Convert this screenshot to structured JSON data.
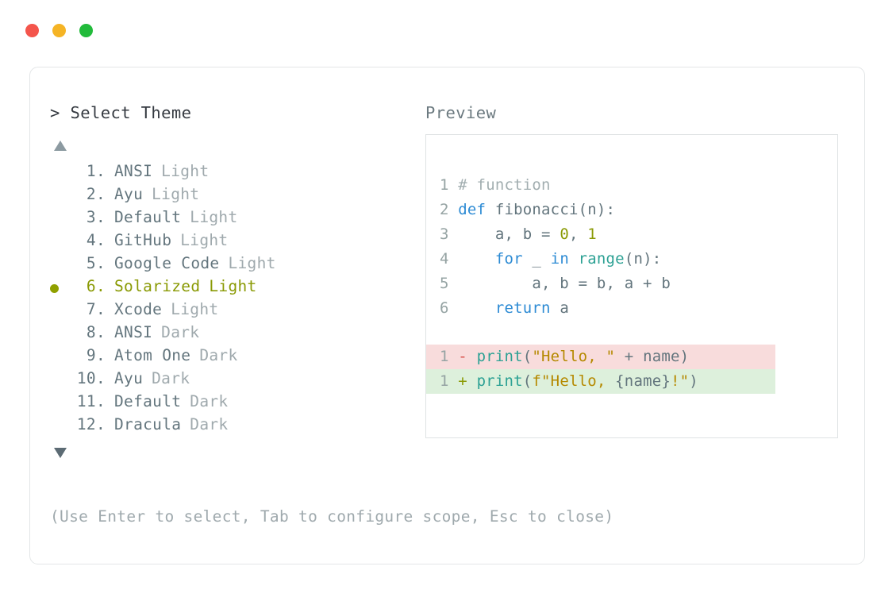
{
  "window": {
    "traffic_lights": [
      {
        "name": "close",
        "color": "#f4554c"
      },
      {
        "name": "minimize",
        "color": "#f5b425"
      },
      {
        "name": "maximize",
        "color": "#22bb3b"
      }
    ]
  },
  "left": {
    "prompt": "> Select Theme",
    "scroll_up_icon": "triangle-up-icon",
    "scroll_down_icon": "triangle-down-icon",
    "selected_index": 6,
    "themes": [
      {
        "num": "1.",
        "name": "ANSI",
        "variant": "Light",
        "selected": false
      },
      {
        "num": "2.",
        "name": "Ayu",
        "variant": "Light",
        "selected": false
      },
      {
        "num": "3.",
        "name": "Default",
        "variant": "Light",
        "selected": false
      },
      {
        "num": "4.",
        "name": "GitHub",
        "variant": "Light",
        "selected": false
      },
      {
        "num": "5.",
        "name": "Google Code",
        "variant": "Light",
        "selected": false
      },
      {
        "num": "6.",
        "name": "Solarized",
        "variant": "Light",
        "selected": true
      },
      {
        "num": "7.",
        "name": "Xcode",
        "variant": "Light",
        "selected": false
      },
      {
        "num": "8.",
        "name": "ANSI",
        "variant": "Dark",
        "selected": false
      },
      {
        "num": "9.",
        "name": "Atom One",
        "variant": "Dark",
        "selected": false
      },
      {
        "num": "10.",
        "name": "Ayu",
        "variant": "Dark",
        "selected": false
      },
      {
        "num": "11.",
        "name": "Default",
        "variant": "Dark",
        "selected": false
      },
      {
        "num": "12.",
        "name": "Dracula",
        "variant": "Dark",
        "selected": false
      }
    ]
  },
  "right": {
    "heading": "Preview",
    "code_lines": [
      {
        "n": "1",
        "tokens": [
          {
            "t": "comment",
            "s": "# function"
          }
        ]
      },
      {
        "n": "2",
        "tokens": [
          {
            "t": "kw",
            "s": "def"
          },
          {
            "t": "plain",
            "s": " "
          },
          {
            "t": "fn",
            "s": "fibonacci(n):"
          }
        ]
      },
      {
        "n": "3",
        "tokens": [
          {
            "t": "plain",
            "s": "    a, b = "
          },
          {
            "t": "num",
            "s": "0"
          },
          {
            "t": "plain",
            "s": ", "
          },
          {
            "t": "num",
            "s": "1"
          }
        ]
      },
      {
        "n": "4",
        "tokens": [
          {
            "t": "plain",
            "s": "    "
          },
          {
            "t": "kw",
            "s": "for"
          },
          {
            "t": "plain",
            "s": " _ "
          },
          {
            "t": "kw",
            "s": "in"
          },
          {
            "t": "plain",
            "s": " "
          },
          {
            "t": "builtin",
            "s": "range"
          },
          {
            "t": "plain",
            "s": "(n):"
          }
        ]
      },
      {
        "n": "5",
        "tokens": [
          {
            "t": "plain",
            "s": "        a, b = b, a + b"
          }
        ]
      },
      {
        "n": "6",
        "tokens": [
          {
            "t": "plain",
            "s": "    "
          },
          {
            "t": "kw",
            "s": "return"
          },
          {
            "t": "plain",
            "s": " a"
          }
        ]
      }
    ],
    "diff_lines": [
      {
        "n": "1",
        "kind": "del",
        "sign": "-",
        "tokens": [
          {
            "t": "builtin",
            "s": "print"
          },
          {
            "t": "plain",
            "s": "("
          },
          {
            "t": "str",
            "s": "\"Hello, \""
          },
          {
            "t": "plain",
            "s": " + name)"
          }
        ]
      },
      {
        "n": "1",
        "kind": "add",
        "sign": "+",
        "tokens": [
          {
            "t": "builtin",
            "s": "print"
          },
          {
            "t": "plain",
            "s": "("
          },
          {
            "t": "str",
            "s": "f\"Hello, "
          },
          {
            "t": "plain",
            "s": "{name}"
          },
          {
            "t": "str",
            "s": "!\""
          },
          {
            "t": "plain",
            "s": ")"
          }
        ]
      }
    ]
  },
  "footer": {
    "hint": "(Use Enter to select, Tab to configure scope, Esc to close)"
  }
}
